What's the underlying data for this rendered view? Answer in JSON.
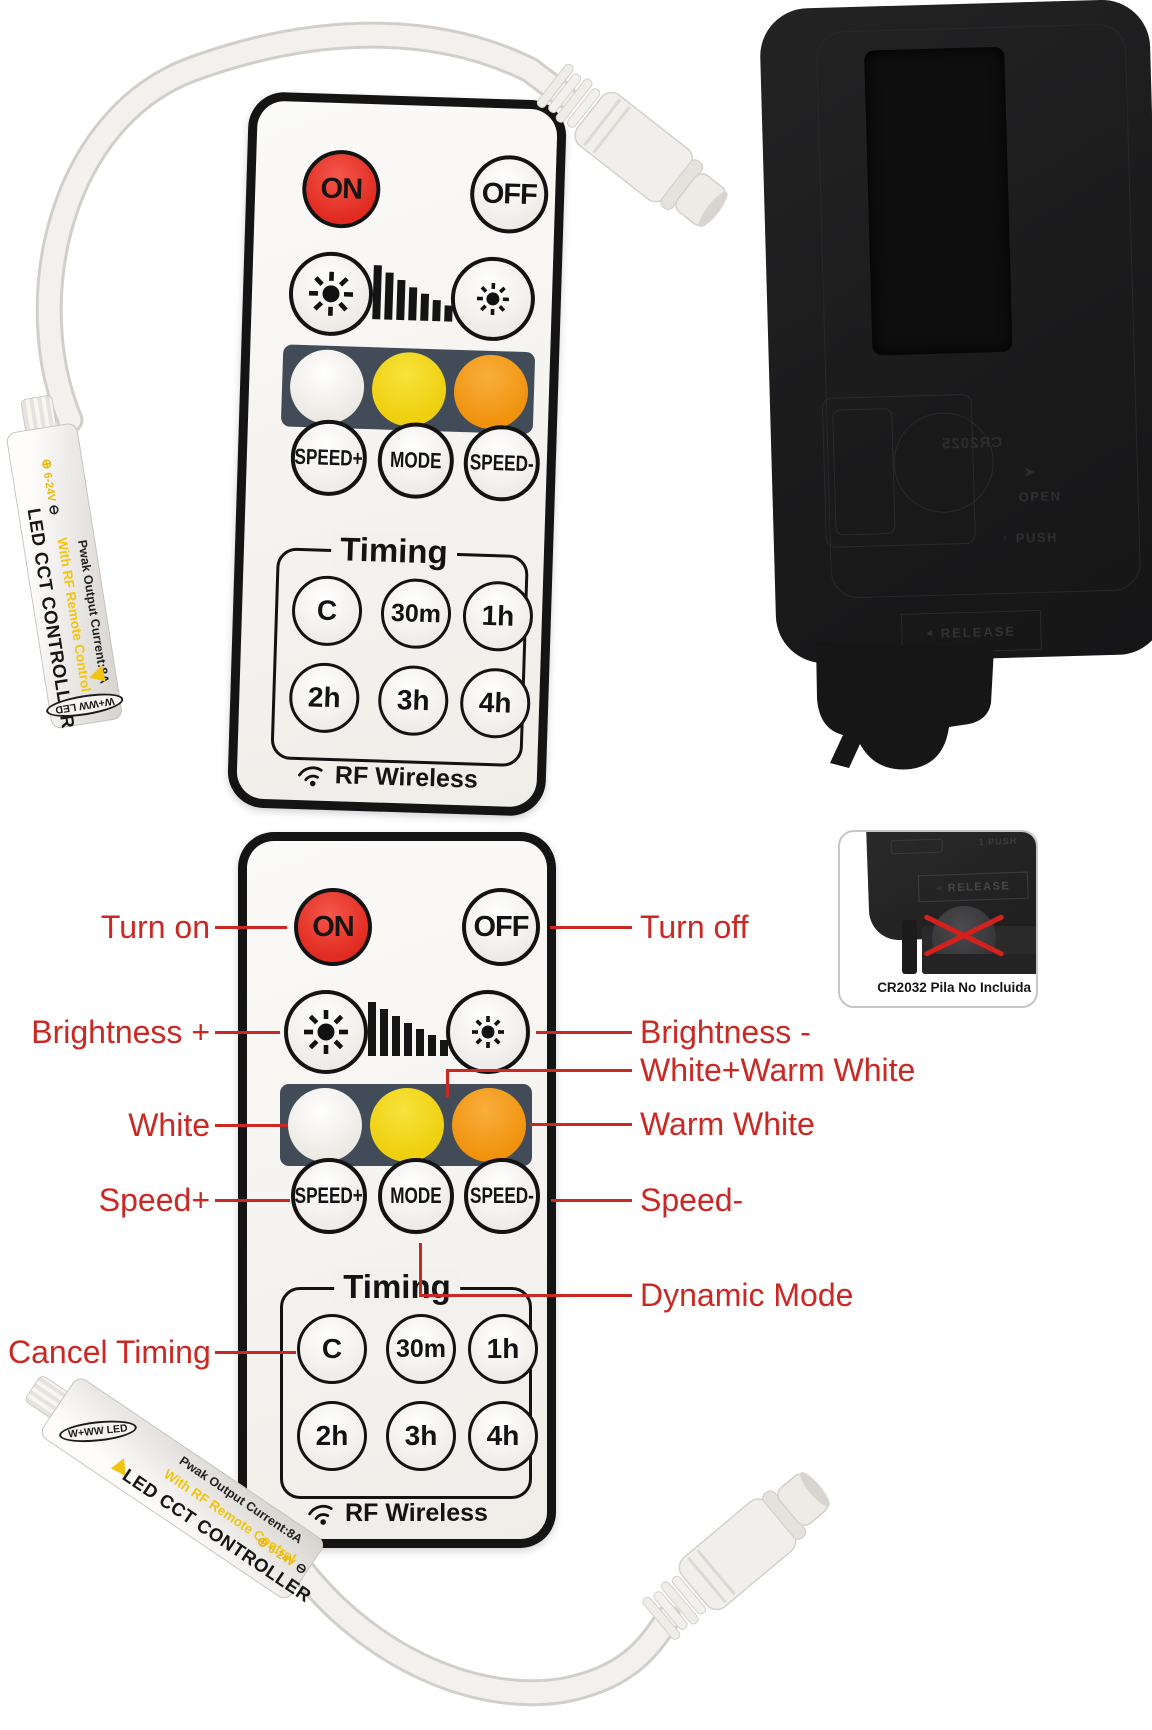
{
  "remote": {
    "on": "ON",
    "off": "OFF",
    "speed_plus": "SPEED+",
    "mode": "MODE",
    "speed_minus": "SPEED-",
    "timing_label": "Timing",
    "t_c": "C",
    "t_30m": "30m",
    "t_1h": "1h",
    "t_2h": "2h",
    "t_3h": "3h",
    "t_4h": "4h",
    "rf_label": "RF Wireless"
  },
  "controller": {
    "voltage": "6-24V",
    "title": "LED CCT CONTROLLER",
    "subtitle": "With RF Remote Control",
    "current": "Pwak Output Current:8A",
    "output_tag": "W+WW LED"
  },
  "remote_back": {
    "battery_model": "CR2025",
    "open": "OPEN",
    "push": "PUSH",
    "release": "RELEASE"
  },
  "battery_inset": {
    "release": "RELEASE",
    "push_mark": "1 PUSH",
    "caption": "CR2032 Pila No Incluida"
  },
  "annotations": {
    "turn_on": "Turn on",
    "turn_off": "Turn off",
    "brightness_plus": "Brightness +",
    "brightness_minus": "Brightness -",
    "white": "White",
    "white_warm_white": "White+Warm White",
    "warm_white": "Warm White",
    "speed_plus": "Speed+",
    "speed_minus": "Speed-",
    "dynamic_mode": "Dynamic Mode",
    "cancel_timing": "Cancel Timing"
  },
  "colors": {
    "annotation_red": "#cc2823",
    "on_button_red": "#e12b21",
    "swatch_white": "#f6f4f0",
    "swatch_yellow": "#f0d313",
    "swatch_orange": "#f39b16",
    "swatch_bar_slate": "#414c58",
    "label_yellow": "#f2c40f"
  }
}
